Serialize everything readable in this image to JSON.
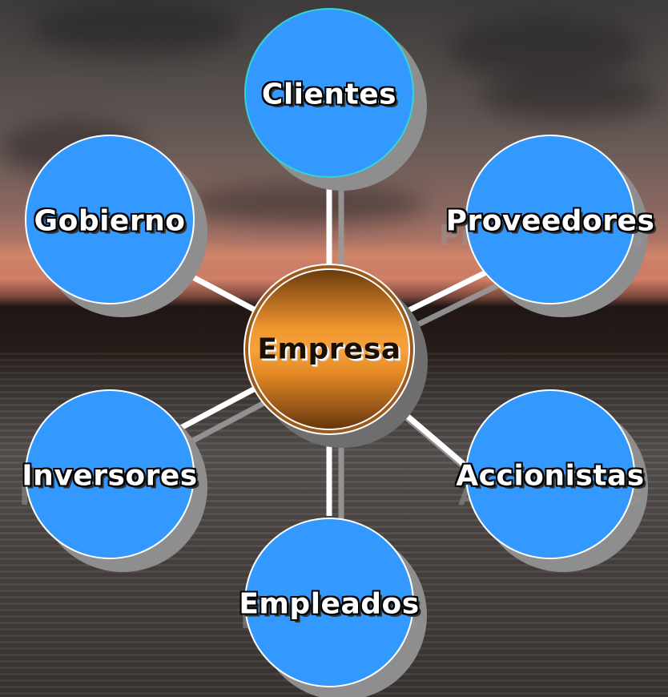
{
  "diagram": {
    "center": {
      "label": "Empresa"
    },
    "nodes": [
      {
        "id": "clientes",
        "label": "Clientes"
      },
      {
        "id": "proveedores",
        "label": "Proveedores"
      },
      {
        "id": "accionistas",
        "label": "Accionistas"
      },
      {
        "id": "empleados",
        "label": "Empleados"
      },
      {
        "id": "inversores",
        "label": "Inversores"
      },
      {
        "id": "gobierno",
        "label": "Gobierno"
      }
    ]
  },
  "colors": {
    "node_fill": "#3399ff",
    "node_border": "#ffffff",
    "clientes_border": "#35d4d4",
    "center_fill": "#f0962e",
    "connector": "#ffffff"
  }
}
